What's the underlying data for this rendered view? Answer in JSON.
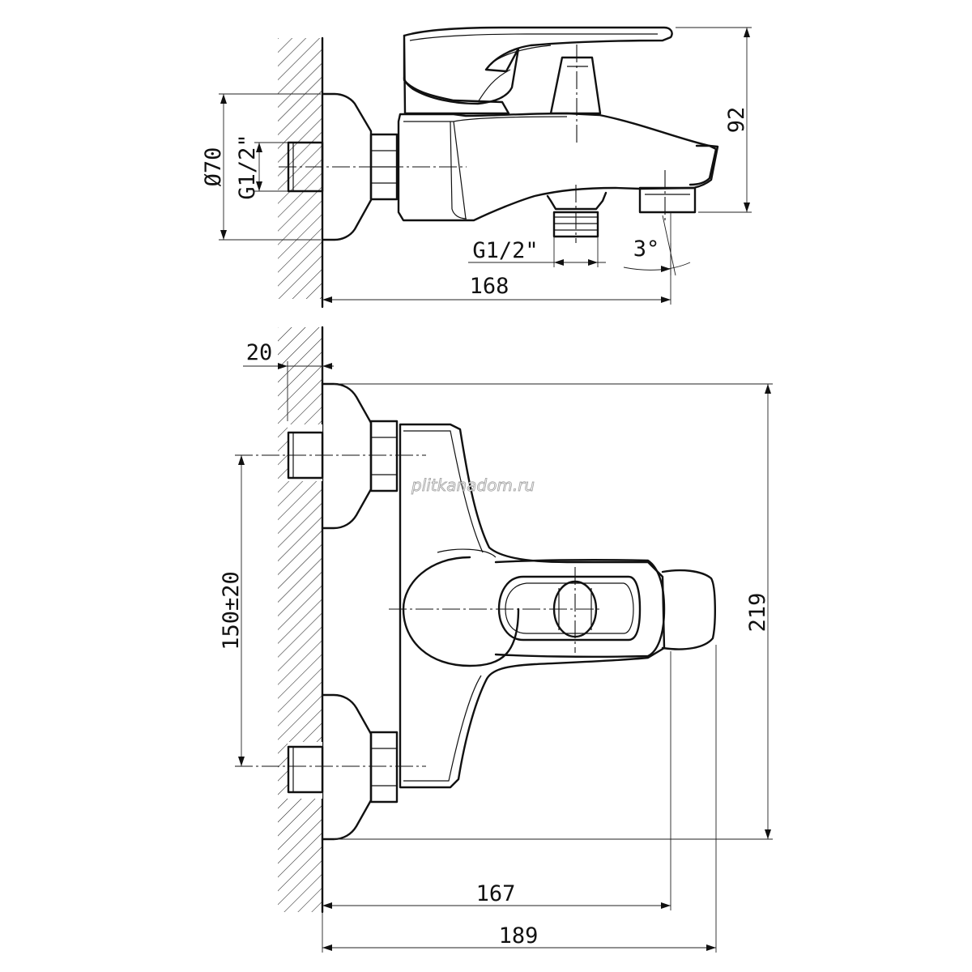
{
  "watermark": "plitkanadom.ru",
  "top_view": {
    "dim_diameter": "Ø70",
    "dim_inlet_thread": "G1/2\"",
    "dim_outlet_thread": "G1/2\"",
    "dim_angle": "3°",
    "dim_height": "92",
    "dim_projection": "168"
  },
  "front_view": {
    "dim_wall_offset": "20",
    "dim_centers": "150±20",
    "dim_overall_height": "219",
    "dim_to_handle": "167",
    "dim_overall_length": "189"
  }
}
